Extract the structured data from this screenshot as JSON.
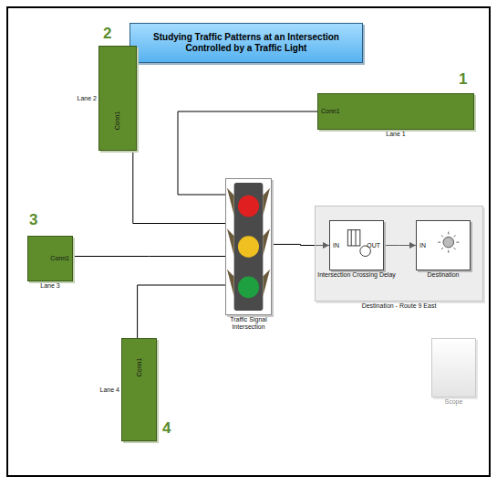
{
  "diagram": {
    "title": "Studying Traffic Patterns at an Intersection Controlled by a Traffic Light",
    "nodes": [
      {
        "text": [
          "Conn1",
          "Lane 2"
        ]
      },
      {
        "text": [
          "Conn1",
          "Lane 1"
        ]
      },
      {
        "text": [
          "Conn1",
          "Lane 3"
        ]
      },
      {
        "text": [
          "Traffic Signal Intersection"
        ]
      },
      {
        "text": [
          "Destination - Route 9 East"
        ]
      },
      {
        "text": [
          "IN",
          "OUT",
          "Intersection Crossing Delay"
        ],
        "in": 4
      },
      {
        "text": [
          "IN",
          "Destination"
        ],
        "in": 4
      },
      {
        "text": [
          "Conn1",
          "Lane 4"
        ]
      },
      {
        "text": [
          "Scope"
        ]
      }
    ],
    "edges": [
      {
        "from": 1,
        "to": 3,
        "arrow": "none"
      },
      {
        "from": 0,
        "to": 3,
        "arrow": "none"
      },
      {
        "from": 2,
        "to": 3,
        "arrow": "none"
      },
      {
        "from": 7,
        "to": 3,
        "arrow": "none"
      },
      {
        "from": 3,
        "to": 5,
        "arrow": "to"
      },
      {
        "from": 5,
        "to": 6,
        "arrow": "to"
      }
    ],
    "labels": [
      "1",
      "2",
      "3",
      "4"
    ]
  }
}
